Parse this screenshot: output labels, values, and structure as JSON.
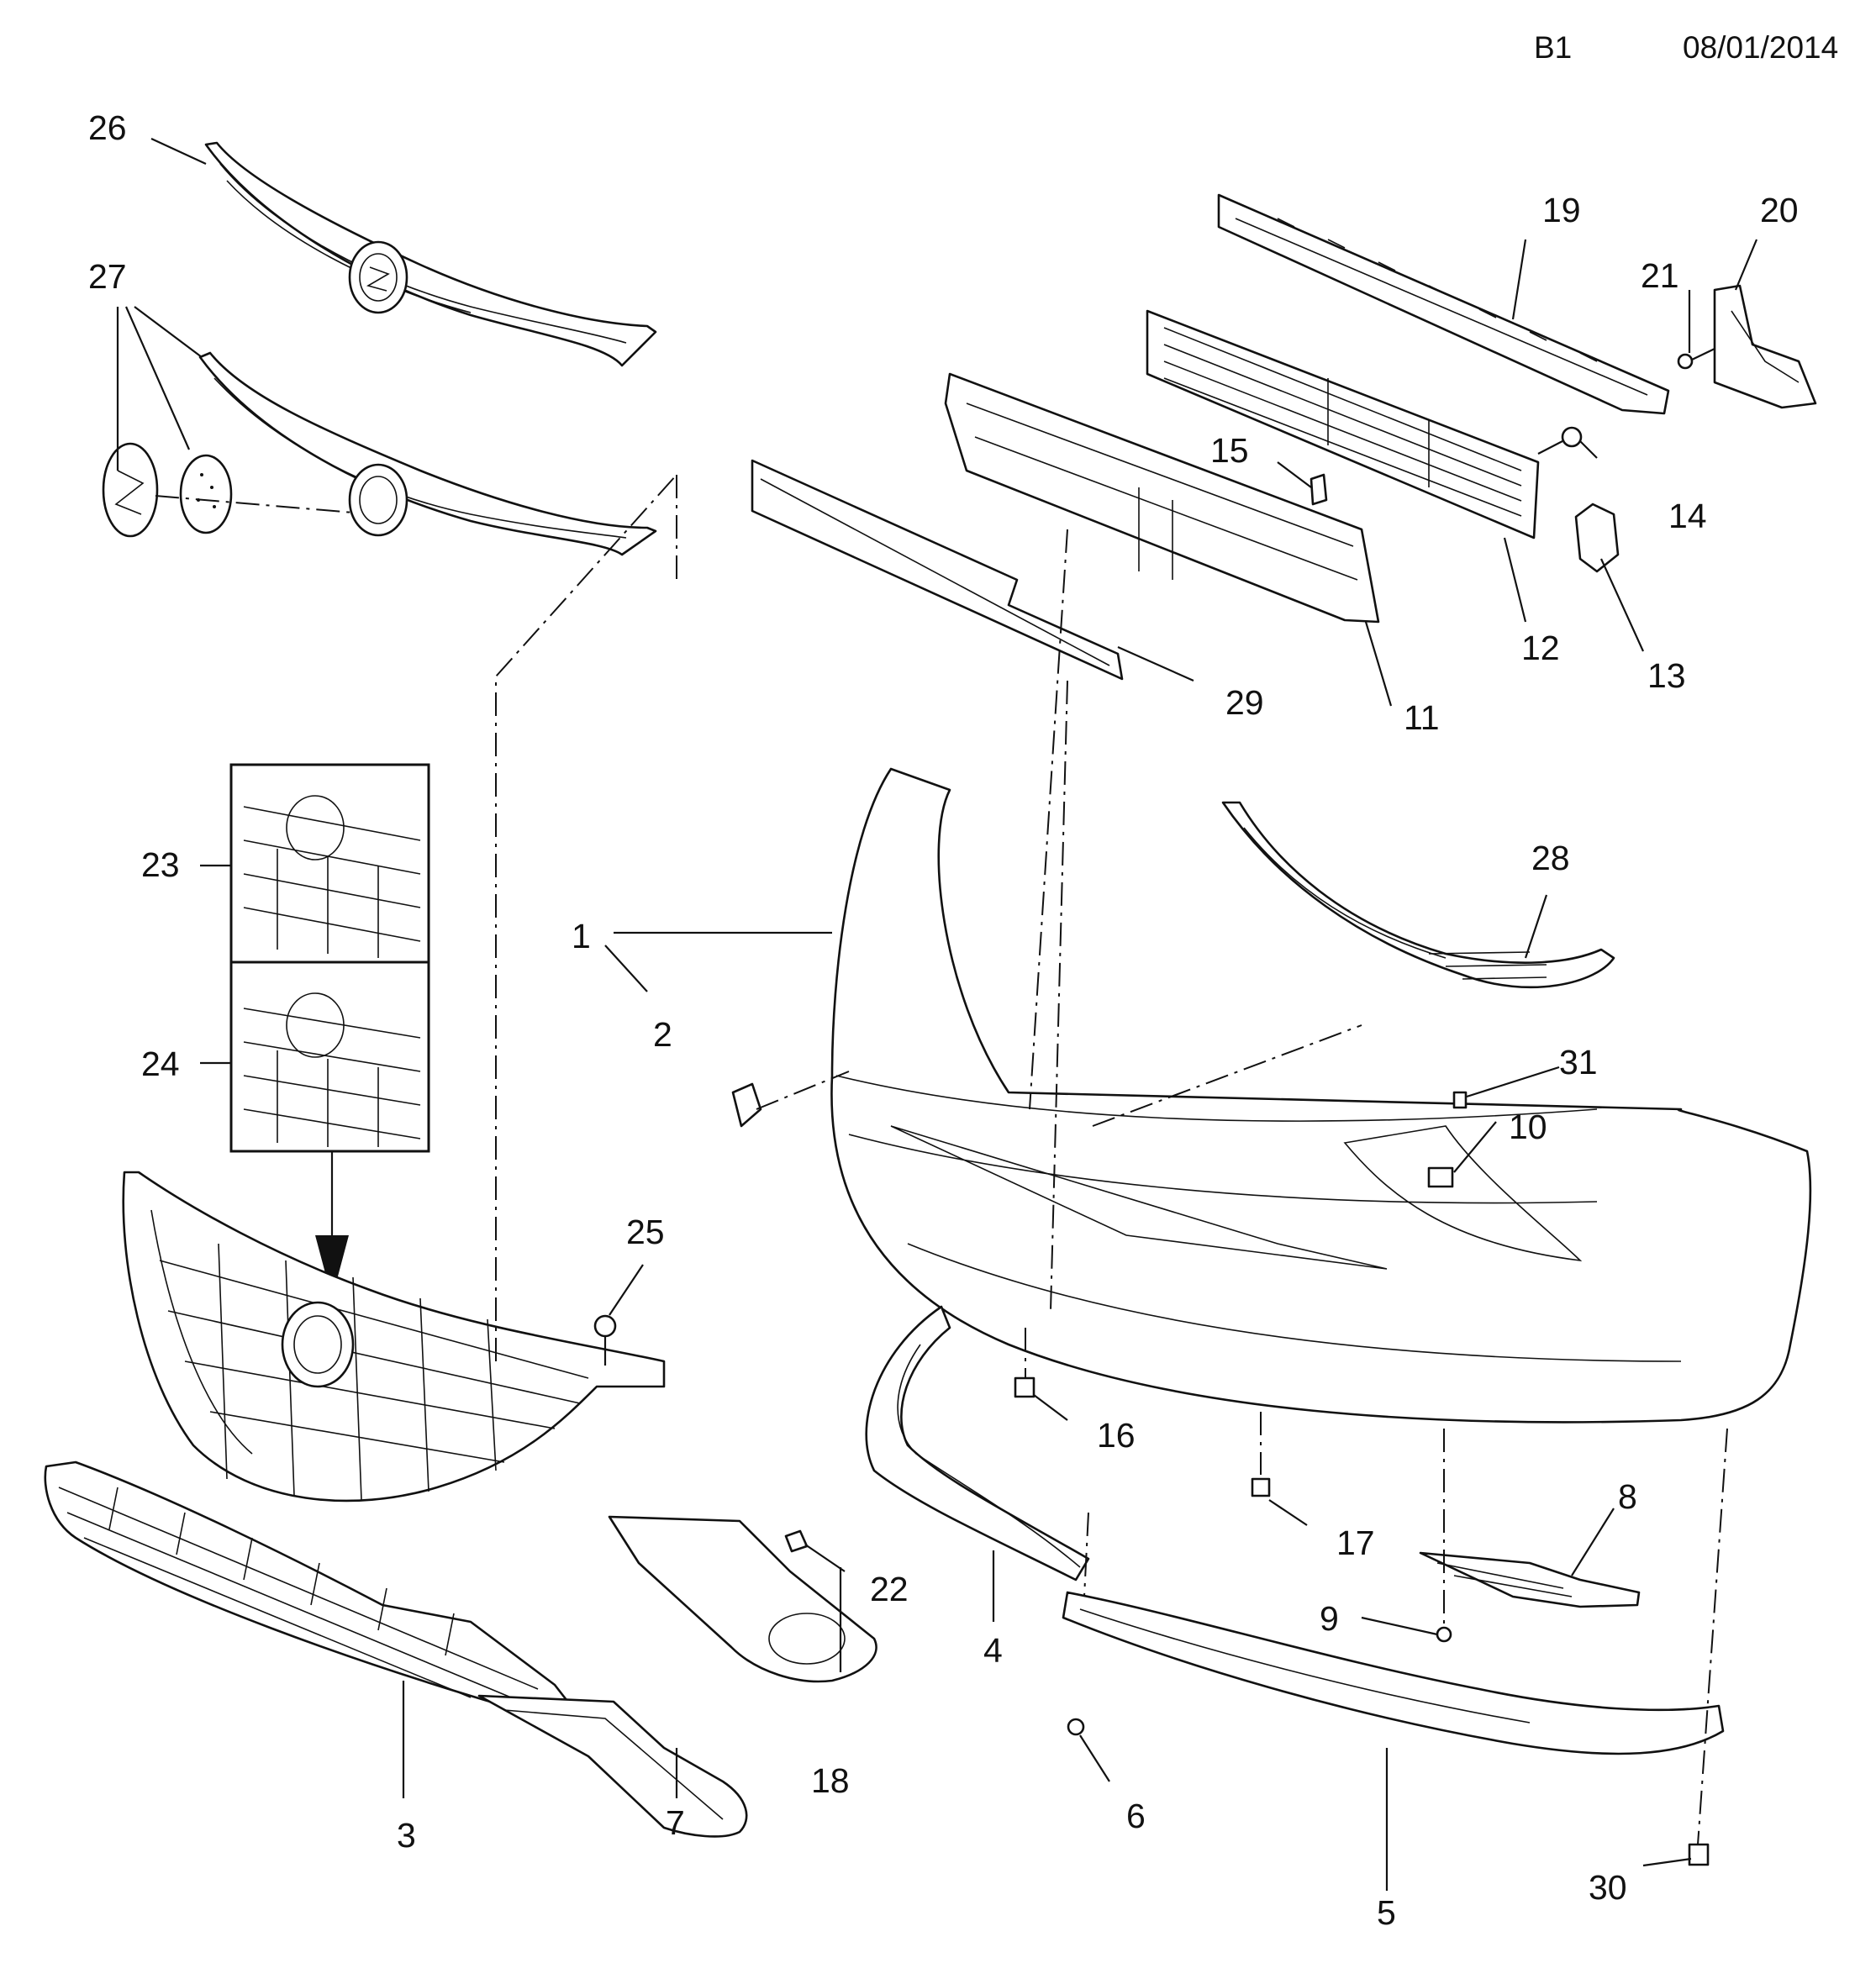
{
  "header": {
    "section": "B1",
    "date": "08/01/2014"
  },
  "callouts": {
    "c1": "1",
    "c2": "2",
    "c3": "3",
    "c4": "4",
    "c5": "5",
    "c6": "6",
    "c7": "7",
    "c8": "8",
    "c9": "9",
    "c10": "10",
    "c11": "11",
    "c12": "12",
    "c13": "13",
    "c14": "14",
    "c15": "15",
    "c16": "16",
    "c17": "17",
    "c18": "18",
    "c19": "19",
    "c20": "20",
    "c21": "21",
    "c22": "22",
    "c23": "23",
    "c24": "24",
    "c25": "25",
    "c26": "26",
    "c27": "27",
    "c28": "28",
    "c29": "29",
    "c30": "30",
    "c31": "31"
  }
}
